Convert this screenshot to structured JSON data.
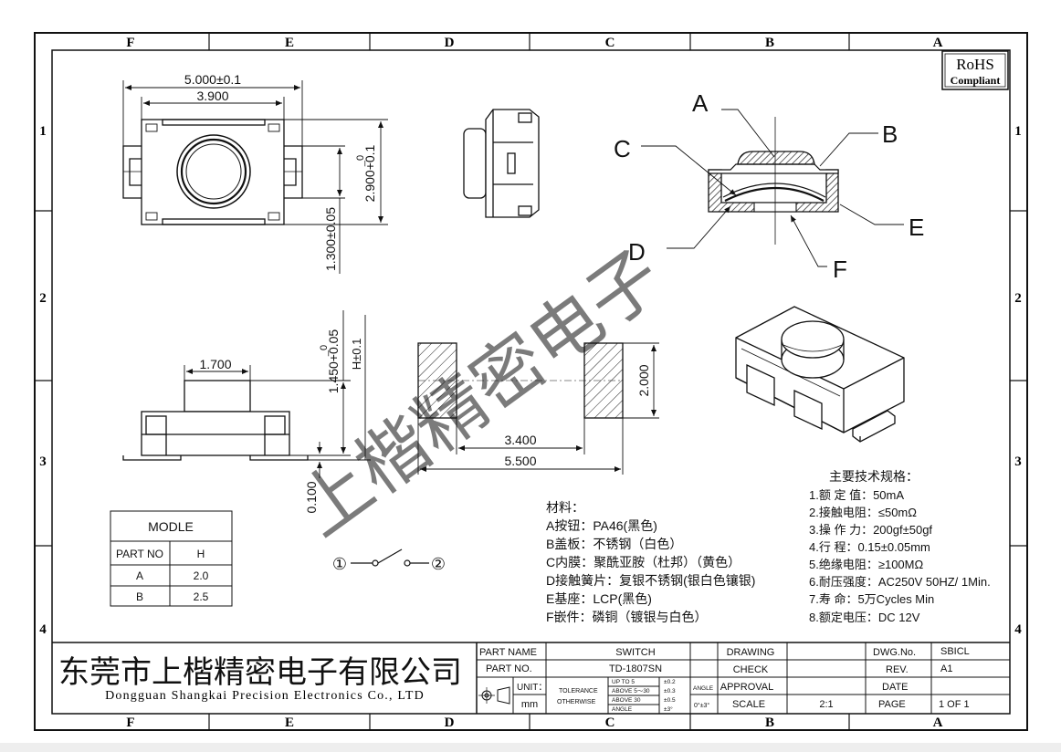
{
  "border": {
    "columns": [
      "F",
      "E",
      "D",
      "C",
      "B",
      "A"
    ],
    "rows": [
      "1",
      "2",
      "3",
      "4"
    ]
  },
  "rohs": {
    "title": "RoHS",
    "subtitle": "Compliant"
  },
  "callouts": {
    "a": "A",
    "b": "B",
    "c": "C",
    "d": "D",
    "e": "E",
    "f": "F"
  },
  "dims": {
    "top_width": "5.000±0.1",
    "top_inner": "3.900",
    "top_height": "2.900+0.1",
    "top_height_tol": "_0",
    "top_side": "1.300±0.05",
    "side_plunger": "1.700",
    "side_height": "1.450+0.05",
    "side_height_tol": "_0",
    "side_h": "H±0.1",
    "side_base": "0.100",
    "pad_gap": "3.400",
    "pad_total": "5.500",
    "pad_height": "2.000"
  },
  "watermark": "上楷精密电子",
  "model_table": {
    "title": "MODLE",
    "headers": [
      "PART NO",
      "H"
    ],
    "rows": [
      [
        "A",
        "2.0"
      ],
      [
        "B",
        "2.5"
      ]
    ]
  },
  "schematic": {
    "left": "①",
    "right": "②"
  },
  "materials": {
    "title": "材料：",
    "items": [
      "A按钮：PA46(黑色)",
      "B盖板：不锈钢（白色）",
      "C内膜：聚酰亚胺（杜邦）（黄色）",
      "D接触簧片：复银不锈钢(银白色镶银)",
      "E基座：LCP(黑色)",
      "F嵌件：磷铜（镀银与白色）"
    ]
  },
  "specs": {
    "title": "主要技术规格：",
    "items": [
      "1.额 定 值：50mA",
      "2.接触电阻：≤50mΩ",
      "3.操 作 力：200gf±50gf",
      "4.行    程：0.15±0.05mm",
      "5.绝缘电阻：≥100MΩ",
      "6.耐压强度：AC250V 50HZ/ 1Min.",
      "7.寿    命：5万Cycles Min",
      "8.额定电压：DC 12V"
    ]
  },
  "title_block": {
    "company_cn": "东莞市上楷精密电子有限公司",
    "company_en": "Dongguan Shangkai Precision Electronics Co., LTD",
    "part_name_label": "PART NAME",
    "part_name": "SWITCH",
    "part_no_label": "PART NO.",
    "part_no": "TD-1807SN",
    "unit_label": "UNIT：",
    "unit": "mm",
    "tolerance_label": "TOLERANCE",
    "otherwise_label": "OTHERWISE",
    "tol_rows": [
      [
        "UP TO 5",
        "±0.2"
      ],
      [
        "ABOVE 5～30",
        "±0.3"
      ],
      [
        "ABOVE 30",
        "±0.5"
      ]
    ],
    "tol_angle_row": [
      "ANGLE",
      "±3°"
    ],
    "angle_label": "ANGLE",
    "angle_value": "0°±3°",
    "drawing_label": "DRAWING",
    "check_label": "CHECK",
    "approval_label": "APPROVAL",
    "scale_label": "SCALE",
    "scale": "2:1",
    "dwg_label": "DWG.No.",
    "dwg": "SBICL",
    "rev_label": "REV.",
    "rev": "A1",
    "date_label": "DATE",
    "page_label": "PAGE",
    "page": "1 OF 1"
  }
}
